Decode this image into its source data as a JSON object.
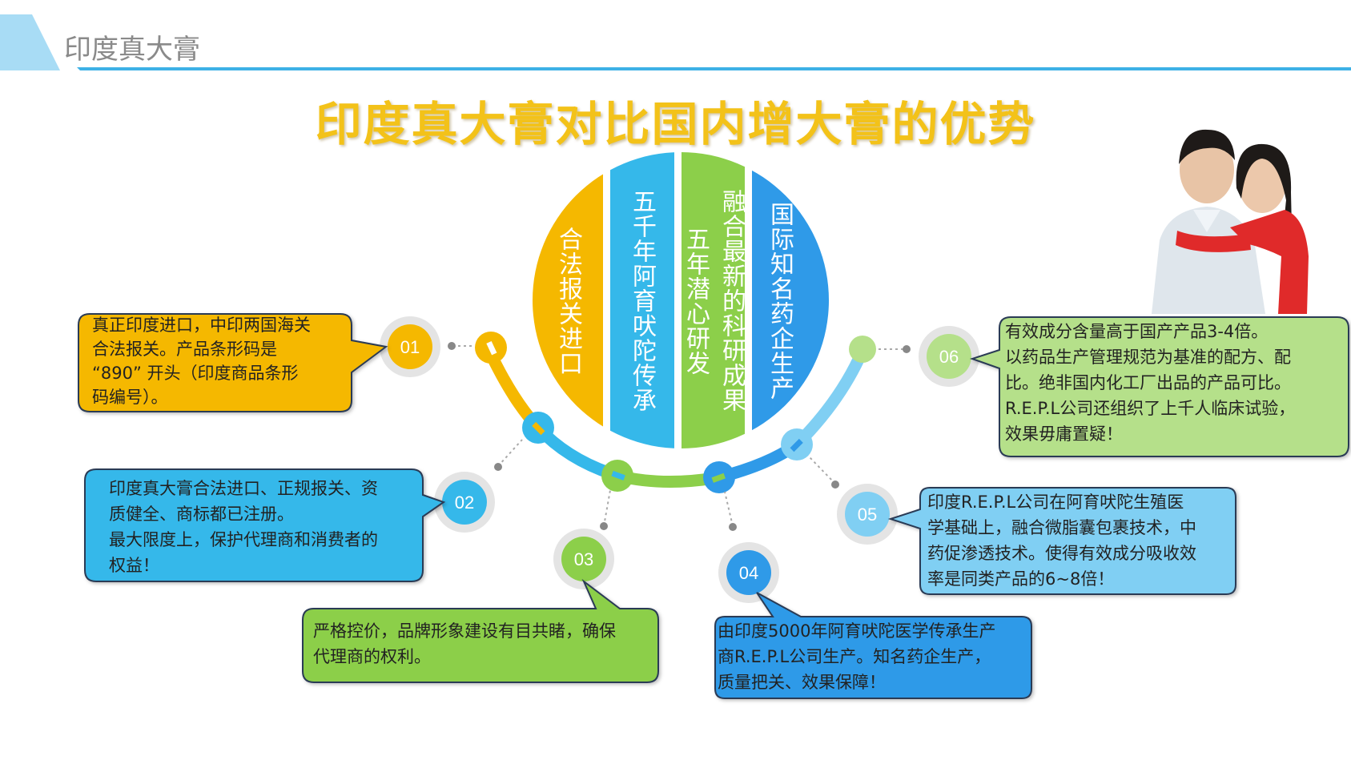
{
  "header": {
    "title": "印度真大膏"
  },
  "main_title": "印度真大膏对比国内增大膏的优势",
  "columns": [
    {
      "text": "合法报关进口",
      "color": "#f5b800"
    },
    {
      "text": "五千年阿育吠陀传承",
      "color": "#35b8ea"
    },
    {
      "text": "五年潜心研发",
      "color": "#8ccf4a"
    },
    {
      "text": "融合最新的科研成果",
      "color": "#8ccf4a"
    },
    {
      "text": "国际知名药企生产",
      "color": "#2f9ae8"
    }
  ],
  "steps": [
    {
      "num": "01",
      "color": "#f5b800",
      "text": "真正印度进口，中印两国海关\n合法报关。产品条形码是\n“890” 开头（印度商品条形\n码编号）。"
    },
    {
      "num": "02",
      "color": "#35b8ea",
      "text": "印度真大膏合法进口、正规报关、资\n质健全、商标都已注册。\n最大限度上，保护代理商和消费者的\n权益！"
    },
    {
      "num": "03",
      "color": "#8ccf4a",
      "text": "严格控价，品牌形象建设有目共睹，确保\n代理商的权利。"
    },
    {
      "num": "04",
      "color": "#2f9ae8",
      "text": "由印度5000年阿育吠陀医学传承生产\n商R.E.P.L公司生产。知名药企生产，\n质量把关、效果保障！"
    },
    {
      "num": "05",
      "color": "#80cff3",
      "text": "印度R.E.P.L公司在阿育吠陀生殖医\n学基础上，融合微脂囊包裹技术，中\n药促渗透技术。使得有效成分吸收效\n率是同类产品的6~8倍！"
    },
    {
      "num": "06",
      "color": "#b5e08a",
      "text": "有效成分含量高于国产产品3-4倍。\n以药品生产管理规范为基准的配方、配\n比。绝非国内化工厂出品的产品可比。\nR.E.P.L公司还组织了上千人临床试验，\n效果毋庸置疑！"
    }
  ],
  "colors": {
    "accent_line": "#3db1e6",
    "corner": "#a8dcf5"
  }
}
